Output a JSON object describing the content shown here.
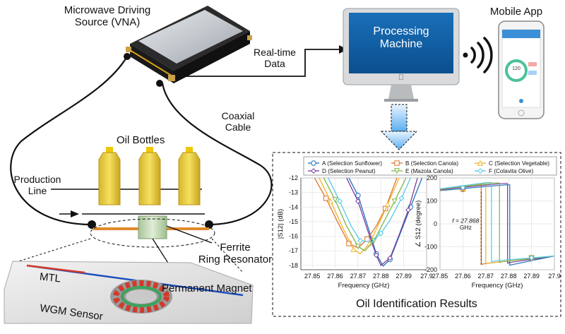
{
  "labels": {
    "vna_line1": "Microwave Driving",
    "vna_line2": "Source (VNA)",
    "mobile_app": "Mobile App",
    "processing_line1": "Processing",
    "processing_line2": "Machine",
    "realtime_line1": "Real-time",
    "realtime_line2": "Data",
    "coaxial_line1": "Coaxial",
    "coaxial_line2": "Cable",
    "oil_bottles": "Oil Bottles",
    "production_line1": "Production",
    "production_line2": "Line",
    "ferrite_line1": "Ferrite",
    "ferrite_line2": "Ring Resonator",
    "permanent_magnet": "Permanent Magnet",
    "mtl": "MTL",
    "wgm_sensor": "WGM Sensor",
    "results_caption": "Oil Identification Results"
  },
  "phone": {
    "gauge_value": "120"
  },
  "chart_data": [
    {
      "type": "line",
      "xlabel": "Frequency (GHz)",
      "ylabel": "|S12| (dB)",
      "xlim": [
        27.845,
        27.9
      ],
      "ylim": [
        -18.3,
        -12
      ],
      "x_ticks": [
        "27.85",
        "27.86",
        "27.87",
        "27.88",
        "27.89",
        "27.9"
      ],
      "y_ticks": [
        "-12",
        "-13",
        "-14",
        "-15",
        "-16",
        "-17",
        "-18"
      ],
      "series": [
        {
          "name": "A (Selection Sunflower)",
          "color": "#1f6fc0",
          "marker": "circle",
          "points": [
            [
              27.866,
              -12
            ],
            [
              27.87,
              -13.2
            ],
            [
              27.874,
              -15.2
            ],
            [
              27.878,
              -17.2
            ],
            [
              27.881,
              -18.05
            ],
            [
              27.884,
              -17.6
            ],
            [
              27.888,
              -16.0
            ],
            [
              27.893,
              -14.0
            ],
            [
              27.898,
              -12
            ]
          ]
        },
        {
          "name": "B (Selection Canola)",
          "color": "#e0722b",
          "marker": "square",
          "points": [
            [
              27.851,
              -12
            ],
            [
              27.856,
              -13.4
            ],
            [
              27.861,
              -15.0
            ],
            [
              27.866,
              -16.5
            ],
            [
              27.87,
              -16.8
            ],
            [
              27.874,
              -16.2
            ],
            [
              27.878,
              -15.3
            ],
            [
              27.882,
              -14.1
            ],
            [
              27.887,
              -12
            ]
          ]
        },
        {
          "name": "C (Selection Vegetable)",
          "color": "#f0b42c",
          "marker": "triangle-up",
          "points": [
            [
              27.853,
              -12
            ],
            [
              27.858,
              -13.6
            ],
            [
              27.863,
              -15.3
            ],
            [
              27.868,
              -16.9
            ],
            [
              27.871,
              -17.2
            ],
            [
              27.875,
              -16.5
            ],
            [
              27.879,
              -15.2
            ],
            [
              27.883,
              -13.8
            ],
            [
              27.888,
              -12
            ]
          ]
        },
        {
          "name": "D (Selection Peanut)",
          "color": "#7a3d9a",
          "marker": "star",
          "points": [
            [
              27.865,
              -12
            ],
            [
              27.87,
              -13.6
            ],
            [
              27.874,
              -15.5
            ],
            [
              27.878,
              -17.3
            ],
            [
              27.88,
              -18.0
            ],
            [
              27.884,
              -17.5
            ],
            [
              27.888,
              -15.9
            ],
            [
              27.892,
              -14.2
            ],
            [
              27.896,
              -12
            ]
          ]
        },
        {
          "name": "E (Mazola Canola)",
          "color": "#7ab648",
          "marker": "triangle-down",
          "points": [
            [
              27.855,
              -12
            ],
            [
              27.86,
              -13.5
            ],
            [
              27.865,
              -15.3
            ],
            [
              27.87,
              -16.7
            ],
            [
              27.873,
              -17.0
            ],
            [
              27.877,
              -16.3
            ],
            [
              27.881,
              -15.1
            ],
            [
              27.886,
              -13.6
            ],
            [
              27.891,
              -12
            ]
          ]
        },
        {
          "name": "F (Colavita Olive)",
          "color": "#55c8e8",
          "marker": "diamond",
          "points": [
            [
              27.857,
              -12
            ],
            [
              27.862,
              -13.6
            ],
            [
              27.867,
              -15.3
            ],
            [
              27.871,
              -16.3
            ],
            [
              27.876,
              -16.4
            ],
            [
              27.88,
              -15.8
            ],
            [
              27.884,
              -14.9
            ],
            [
              27.889,
              -13.4
            ],
            [
              27.893,
              -12
            ]
          ]
        }
      ]
    },
    {
      "type": "line",
      "xlabel": "Frequency (GHz)",
      "ylabel": "∠ S12 (degree)",
      "xlim": [
        27.85,
        27.9
      ],
      "ylim": [
        -200,
        200
      ],
      "x_ticks": [
        "27.85",
        "27.86",
        "27.87",
        "27.88",
        "27.89",
        "27.9"
      ],
      "y_ticks": [
        "200",
        "100",
        "0",
        "-100",
        "-200"
      ],
      "annotation": {
        "line1": "f = 27.868",
        "line2": "GHz",
        "x": 27.868
      },
      "series": [
        {
          "name": "A (Selection Sunflower)",
          "color": "#1f6fc0",
          "jump": 27.8805
        },
        {
          "name": "B (Selection Canola)",
          "color": "#e0722b",
          "jump": 27.868
        },
        {
          "name": "C (Selection Vegetable)",
          "color": "#f0b42c",
          "jump": 27.87
        },
        {
          "name": "D (Selection Peanut)",
          "color": "#7a3d9a",
          "jump": 27.8795
        },
        {
          "name": "E (Mazola Canola)",
          "color": "#7ab648",
          "jump": 27.876
        },
        {
          "name": "F (Colavita Olive)",
          "color": "#55c8e8",
          "jump": 27.8725
        }
      ]
    }
  ]
}
